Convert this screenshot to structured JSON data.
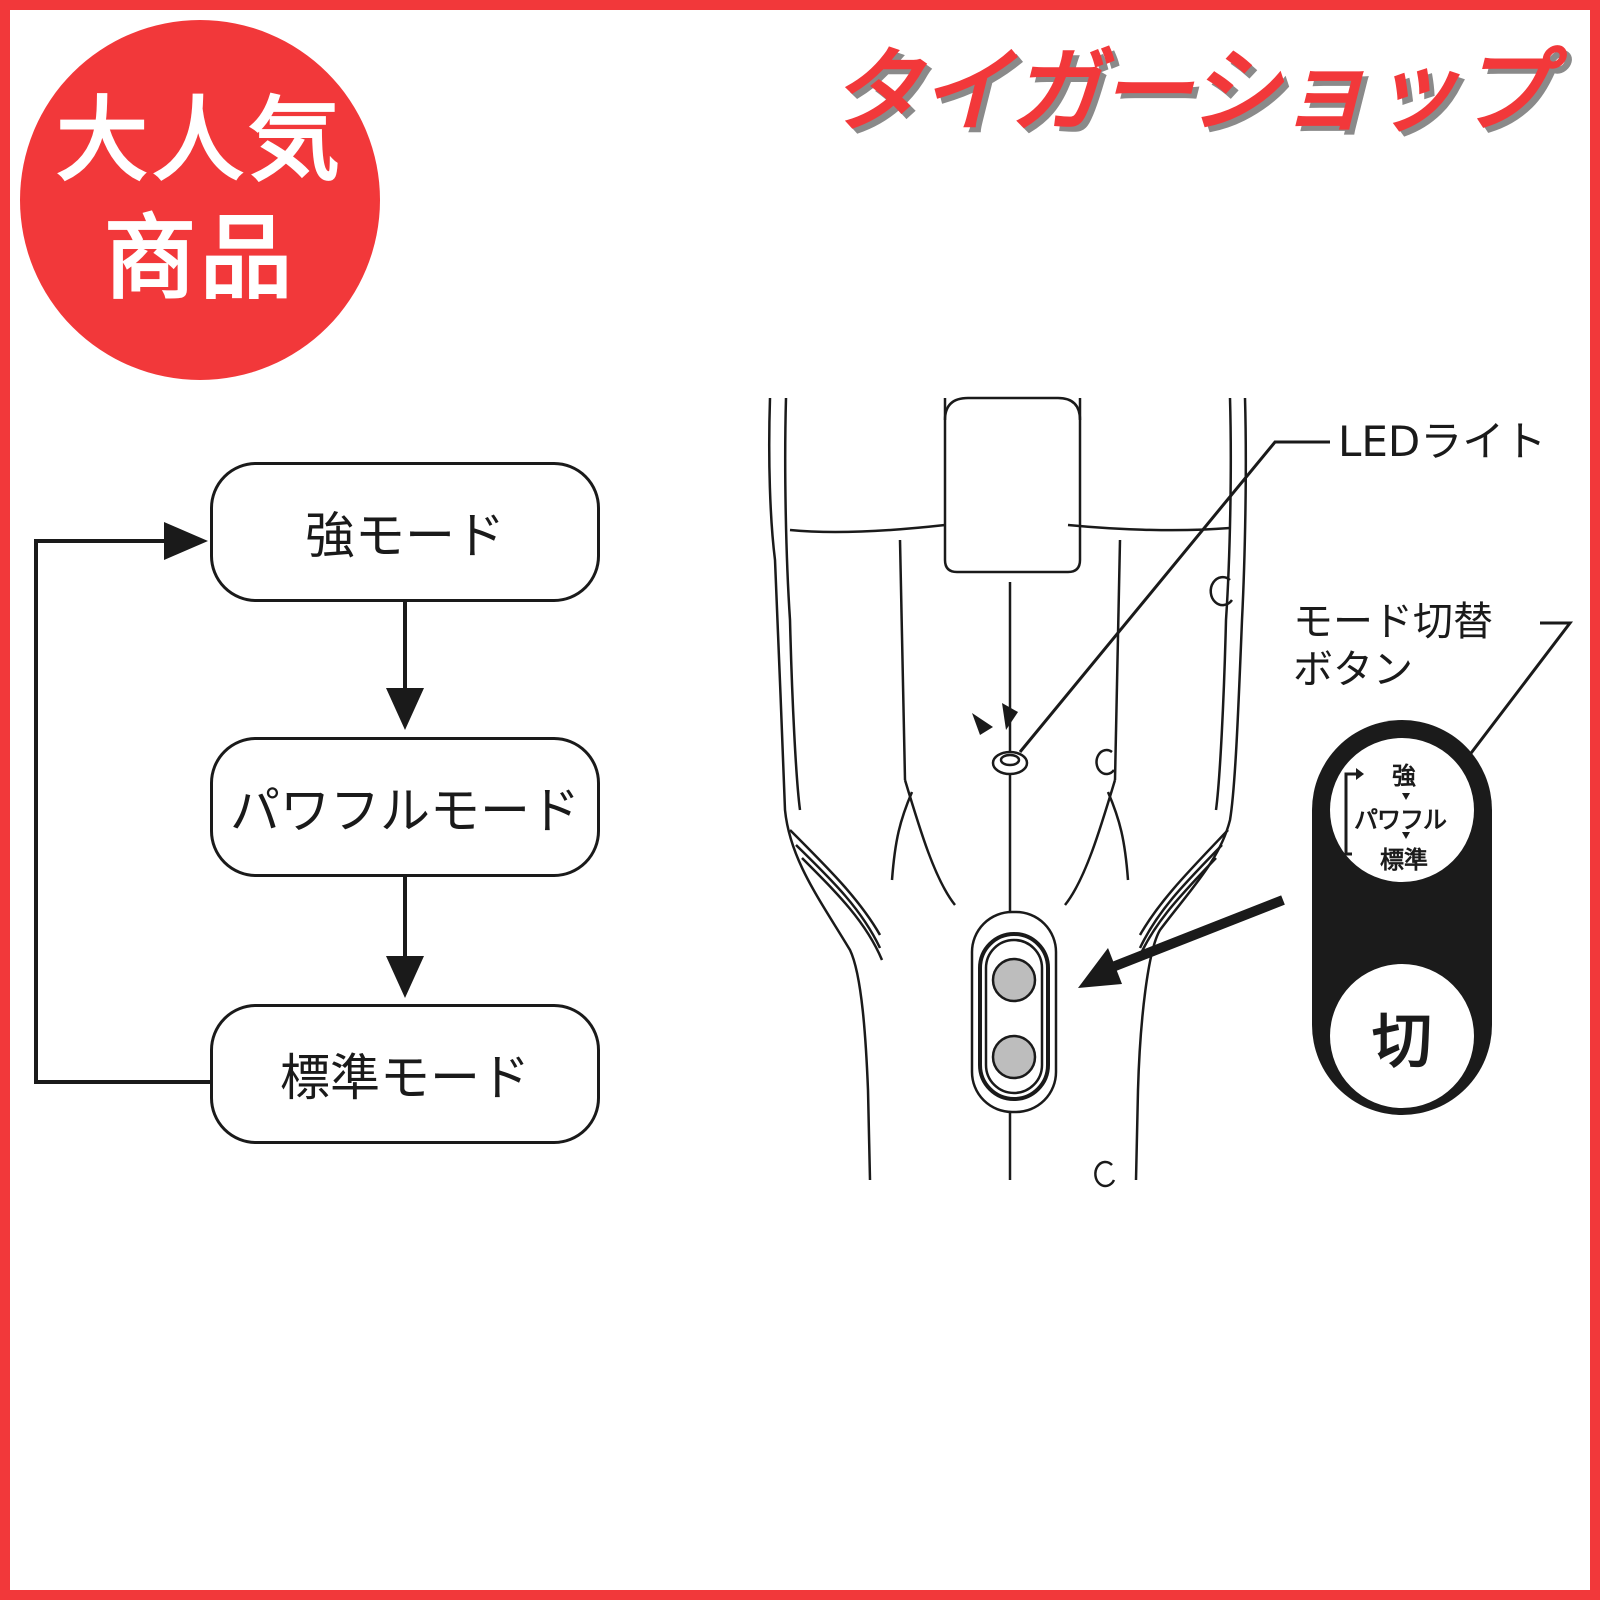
{
  "badge": {
    "line1": "大人気",
    "line2": "商品"
  },
  "shop": {
    "name": "タイガーショップ"
  },
  "flow": {
    "nodes": [
      {
        "label": "強モード"
      },
      {
        "label": "パワフルモード"
      },
      {
        "label": "標準モード"
      }
    ]
  },
  "illustration": {
    "led_label": "LEDライト",
    "mode_button_label_line1": "モード切替",
    "mode_button_label_line2": "ボタン",
    "panel": {
      "strong": "強",
      "powerful": "パワフル",
      "standard": "標準",
      "off": "切"
    }
  },
  "colors": {
    "accent": "#f2383a",
    "shadow": "#8a8a8a",
    "ink": "#1a1a1a",
    "button_fill": "#bdbdbd"
  }
}
